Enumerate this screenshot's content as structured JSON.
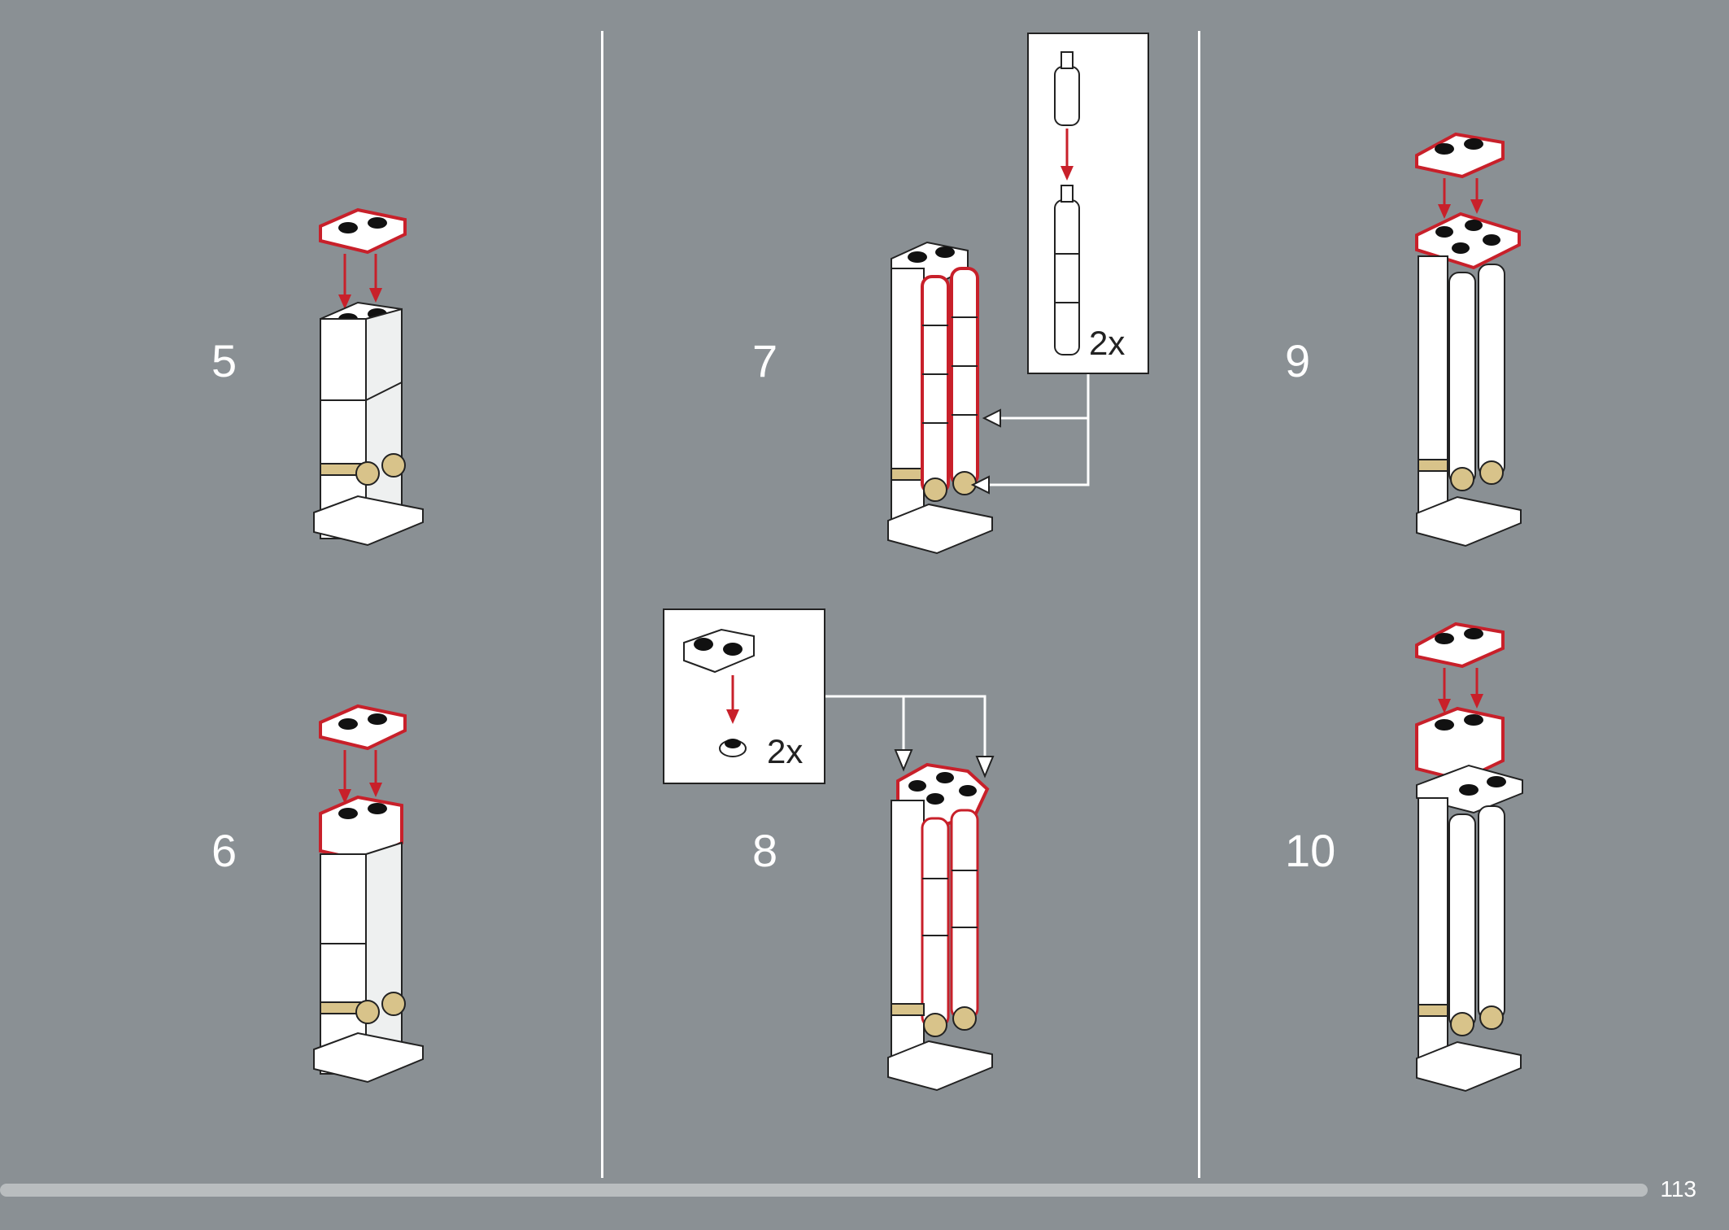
{
  "steps": [
    {
      "number": "5"
    },
    {
      "number": "6"
    },
    {
      "number": "7"
    },
    {
      "number": "8"
    },
    {
      "number": "9"
    },
    {
      "number": "10"
    }
  ],
  "callouts": {
    "step7": {
      "multiplier": "2x"
    },
    "step8": {
      "multiplier": "2x"
    }
  },
  "footer": {
    "page_number": "113"
  },
  "colors": {
    "background": "#8a9094",
    "highlight": "#c8202a",
    "tan": "#d8c38a",
    "brick": "#ffffff"
  }
}
